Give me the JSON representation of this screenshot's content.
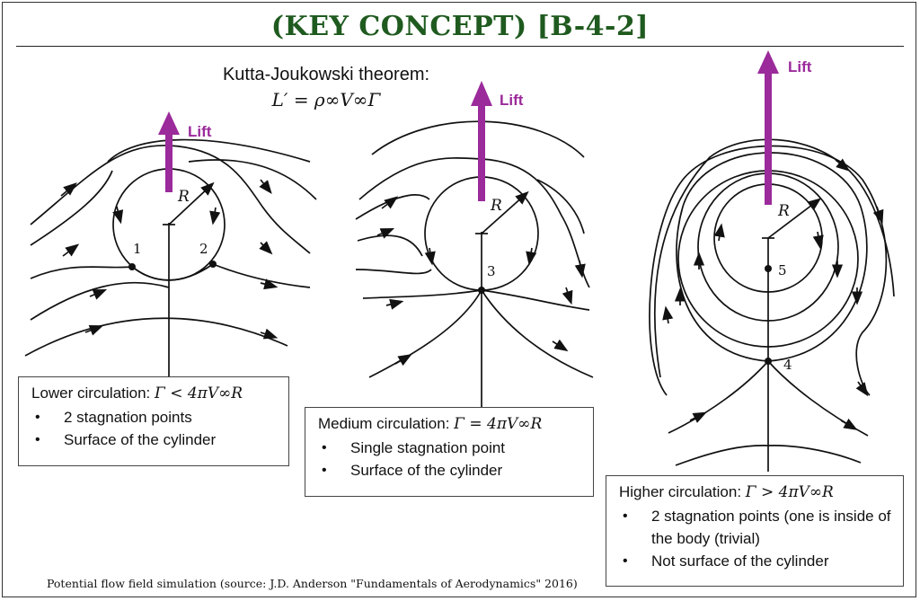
{
  "title": "(KEY CONCEPT) [B-4-2]",
  "theorem": {
    "name": "Kutta-Joukowski theorem:",
    "equation": "L′ = ρ∞V∞Γ"
  },
  "lift_label": "Lift",
  "radius_label": "R",
  "stagnation_labels": {
    "p1": "1",
    "p2": "2",
    "p3": "3",
    "p4": "4",
    "p5": "5"
  },
  "colors": {
    "title": "#1f5a1f",
    "lift_arrow": "#9b2a9b"
  },
  "cases": {
    "lower": {
      "heading_text": "Lower circulation: ",
      "heading_math": "Γ < 4πV∞R",
      "bullets": [
        "2 stagnation points",
        "Surface of the cylinder"
      ]
    },
    "medium": {
      "heading_text": "Medium circulation: ",
      "heading_math": "Γ = 4πV∞R",
      "bullets": [
        "Single stagnation point",
        "Surface of the cylinder"
      ]
    },
    "higher": {
      "heading_text": "Higher circulation: ",
      "heading_math": "Γ > 4πV∞R",
      "bullets": [
        "2 stagnation points (one is inside of the body (trivial)",
        "Not surface of the cylinder"
      ]
    }
  },
  "caption": "Potential flow field simulation (source: J.D. Anderson \"Fundamentals of Aerodynamics\" 2016)"
}
